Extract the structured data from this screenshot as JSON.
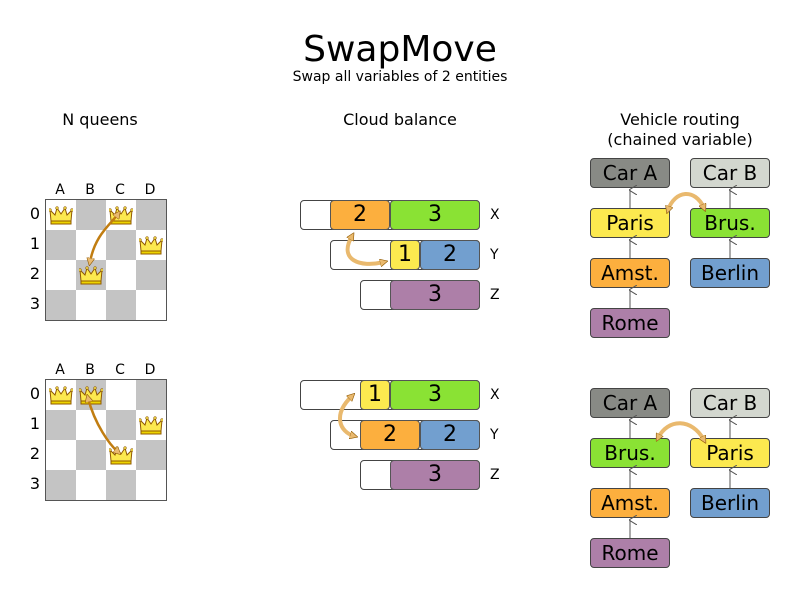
{
  "title": "SwapMove",
  "subtitle": "Swap all variables of 2 entities",
  "sections": {
    "n_queens": "N queens",
    "cloud_balance": "Cloud balance",
    "vehicle_routing_line1": "Vehicle routing",
    "vehicle_routing_line2": "(chained variable)"
  },
  "queens": {
    "columns": [
      "A",
      "B",
      "C",
      "D"
    ],
    "rows": [
      "0",
      "1",
      "2",
      "3"
    ],
    "before": {
      "queen_rows_by_column": [
        0,
        2,
        0,
        1
      ]
    },
    "after": {
      "queen_rows_by_column": [
        0,
        0,
        2,
        1
      ]
    }
  },
  "cloud": {
    "computers": [
      "X",
      "Y",
      "Z"
    ],
    "before": {
      "X": [
        "2",
        "3"
      ],
      "Y": [
        "1",
        "2"
      ],
      "Z": [
        "3"
      ]
    },
    "after": {
      "X": [
        "1",
        "3"
      ],
      "Y": [
        "2",
        "2"
      ],
      "Z": [
        "3"
      ]
    }
  },
  "vehicle": {
    "before": {
      "car_a": "Car A",
      "car_b": "Car B",
      "chain_a": [
        "Paris",
        "Amst.",
        "Rome"
      ],
      "chain_b": [
        "Brus.",
        "Berlin"
      ]
    },
    "after": {
      "car_a": "Car A",
      "car_b": "Car B",
      "chain_a": [
        "Brus.",
        "Amst.",
        "Rome"
      ],
      "chain_b": [
        "Paris",
        "Berlin"
      ]
    }
  },
  "colors": {
    "orange": "#fcaf3e",
    "green": "#8ae234",
    "yellow": "#fce94f",
    "blue": "#729fcf",
    "purple": "#ad7fa8",
    "dark_gray": "#888a85",
    "light_gray": "#d3d7cf",
    "arrow": "#e9b96e",
    "board_dark": "#c4c4c4"
  }
}
